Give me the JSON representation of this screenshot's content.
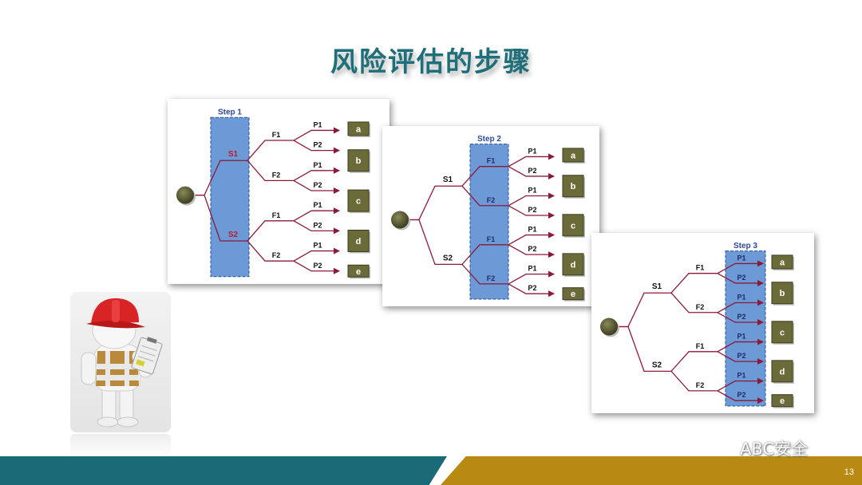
{
  "title": "风险评估的步骤",
  "diagrams": [
    {
      "step_label": "Step 1",
      "highlight": "S",
      "root": "",
      "level1": [
        "S1",
        "S2"
      ],
      "level2": [
        "F1",
        "F2"
      ],
      "level3": [
        "P1",
        "P2"
      ],
      "outcomes": [
        "a",
        "b",
        "c",
        "d",
        "e"
      ]
    },
    {
      "step_label": "Step 2",
      "highlight": "F",
      "root": "",
      "level1": [
        "S1",
        "S2"
      ],
      "level2": [
        "F1",
        "F2"
      ],
      "level3": [
        "P1",
        "P2"
      ],
      "outcomes": [
        "a",
        "b",
        "c",
        "d",
        "e"
      ]
    },
    {
      "step_label": "Step 3",
      "highlight": "P",
      "root": "",
      "level1": [
        "S1",
        "S2"
      ],
      "level2": [
        "F1",
        "F2"
      ],
      "level3": [
        "P1",
        "P2"
      ],
      "outcomes": [
        "a",
        "b",
        "c",
        "d",
        "e"
      ]
    }
  ],
  "illustration": "safety-inspector-with-clipboard",
  "watermark": "ABC安全",
  "page_number": "13",
  "colors": {
    "title": "#1f6f7a",
    "highlight_box": "#5b8fd1",
    "branch_line": "#8b1a3a",
    "outcome_box": "#6b6b3a",
    "footer_teal": "#1a6b77",
    "footer_gold": "#b88a12"
  }
}
